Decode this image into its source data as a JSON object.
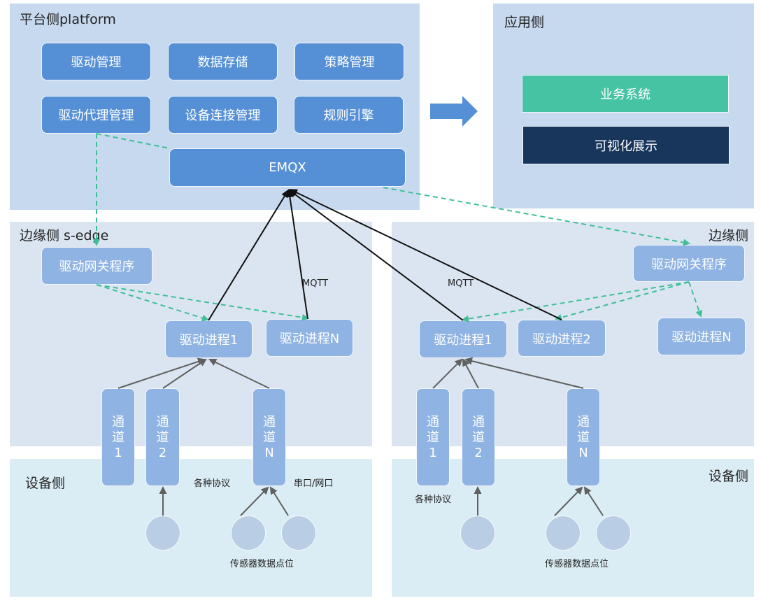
{
  "platform": {
    "title": "平台侧platform",
    "modules": [
      "驱动管理",
      "数据存储",
      "策略管理",
      "驱动代理管理",
      "设备连接管理",
      "规则引擎"
    ],
    "broker": "EMQX"
  },
  "application": {
    "title": "应用侧",
    "business": "业务系统",
    "visualization": "可视化展示"
  },
  "edge_left": {
    "title": "边缘侧 s-edge",
    "gateway": "驱动网关程序",
    "processes": [
      "驱动进程1",
      "驱动进程N"
    ],
    "channels": [
      {
        "chars": [
          "通",
          "道",
          "1"
        ]
      },
      {
        "chars": [
          "通",
          "道",
          "2"
        ]
      },
      {
        "chars": [
          "通",
          "道",
          "N"
        ]
      }
    ],
    "mqtt_label": "MQTT"
  },
  "edge_right": {
    "title": "边缘侧",
    "gateway": "驱动网关程序",
    "processes": [
      "驱动进程1",
      "驱动进程2",
      "驱动进程N"
    ],
    "channels": [
      {
        "chars": [
          "通",
          "道",
          "1"
        ]
      },
      {
        "chars": [
          "通",
          "道",
          "2"
        ]
      },
      {
        "chars": [
          "通",
          "道",
          "N"
        ]
      }
    ],
    "mqtt_label": "MQTT"
  },
  "device_left": {
    "title": "设备侧",
    "protocol_label": "各种协议",
    "port_label": "串口/网口",
    "sensor_label": "传感器数据点位"
  },
  "device_right": {
    "title": "设备侧",
    "protocol_label": "各种协议",
    "sensor_label": "传感器数据点位"
  },
  "colors": {
    "platform_bg": "#c7d9ef",
    "edge_bg": "#dbe5f1",
    "device_bg": "#dbedf4",
    "module_blue": "#5590d6",
    "edge_blue": "#8fb3e2",
    "business_green": "#46c3a3",
    "viz_navy": "#18365c",
    "dashed_teal": "#3fbf98"
  }
}
